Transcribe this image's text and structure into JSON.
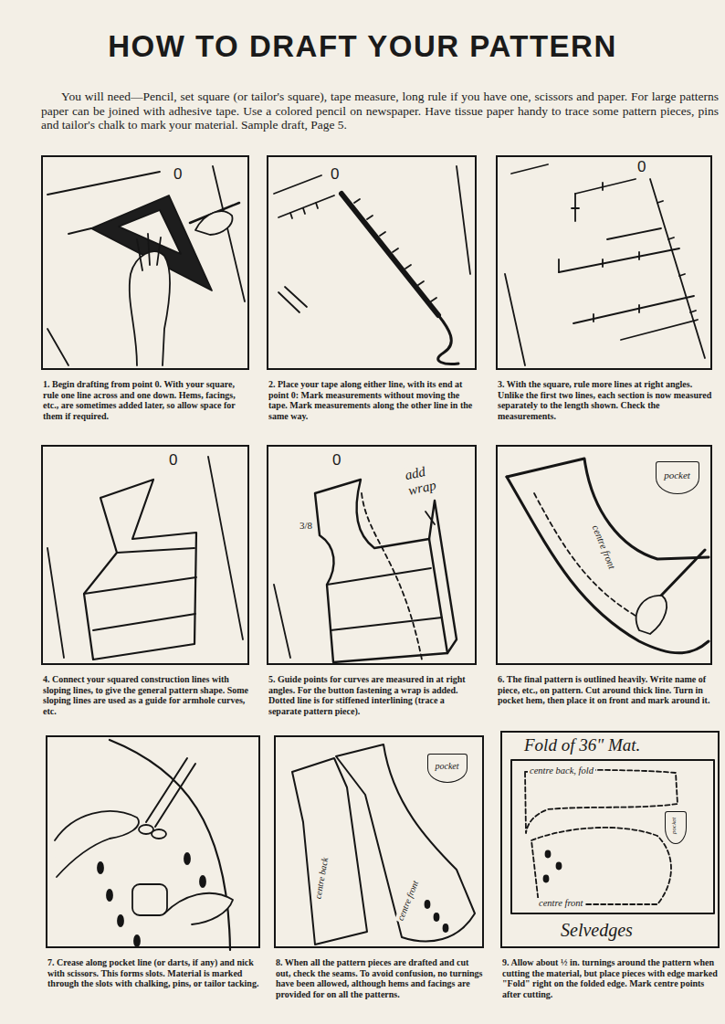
{
  "diagram": {
    "title": "HOW TO DRAFT YOUR PATTERN",
    "nodes": [
      {
        "text": [
          "0",
          "1. Begin drafting from point 0. With your square, rule one line across and one down. Hems, facings, etc., are sometimes added later, so allow space for them if required."
        ]
      },
      {
        "text": [
          "0",
          "2. Place your tape along either line, with its end at point 0: Mark measurements without moving the tape. Mark measurements along the other line in the same way."
        ]
      },
      {
        "text": [
          "0",
          "3. With the square, rule more lines at right angles. Unlike the first two lines, each section is now measured separately to the length shown. Check the measurements."
        ]
      },
      {
        "text": [
          "0",
          "4. Connect your squared construction lines with sloping lines, to give the general pattern shape. Some sloping lines are used as a guide for armhole curves, etc."
        ]
      },
      {
        "text": [
          "0",
          "add wrap",
          "3/8",
          "5. Guide points for curves are measured in at right angles. For the button fastening a wrap is added. Dotted line is for stiffened interlining (trace a separate pattern piece)."
        ]
      },
      {
        "text": [
          "centre front",
          "6. The final pattern is outlined heavily. Write name of piece, etc., on pattern. Cut around thick line. Turn in pocket hem, then place it on front and mark around it."
        ]
      },
      {
        "text": [
          "pocket"
        ],
        "in": 5
      },
      {
        "text": [
          "7. Crease along pocket line (or darts, if any) and nick with scissors. This forms slots. Material is marked through the slots with chalking, pins, or tailor tacking."
        ]
      },
      {
        "text": [
          "centre back",
          "centre front",
          "8. When all the pattern pieces are drafted and cut out, check the seams. To avoid confusion, no turnings have been allowed, although hems and facings are provided for on all the patterns."
        ]
      },
      {
        "text": [
          "pocket"
        ],
        "in": 8
      },
      {
        "text": [
          "Fold of 36\" Mat.",
          "centre back, fold",
          "centre front",
          "Selvedges",
          "9. Allow about ½ in. turnings around the pattern when cutting the material, but place pieces with edge marked \"Fold\" right on the folded edge. Mark centre points after cutting."
        ]
      },
      {
        "text": [
          "pocket"
        ],
        "in": 10
      }
    ],
    "labels": [
      "You will need—Pencil, set square (or tailor's square), tape measure, long rule if you have one, scissors and paper. For large patterns paper can be joined with adhesive tape. Use a colored pencil on newspaper. Have tissue paper handy to trace some pattern pieces, pins and tailor's chalk to mark your material. Sample draft, Page 5."
    ]
  }
}
